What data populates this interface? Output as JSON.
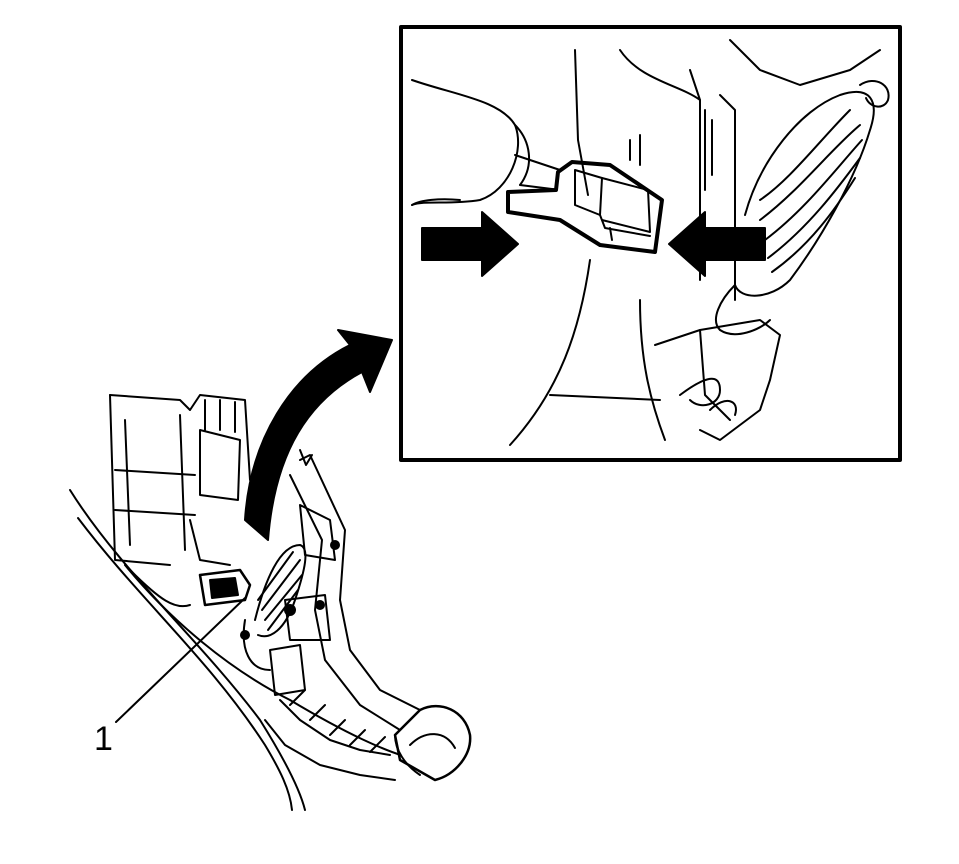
{
  "diagram": {
    "callouts": [
      {
        "label": "1",
        "target": "accelerator-pedal-position-sensor-connector"
      }
    ],
    "inset": {
      "arrows": [
        "push-arrow-left",
        "push-arrow-right"
      ]
    }
  }
}
